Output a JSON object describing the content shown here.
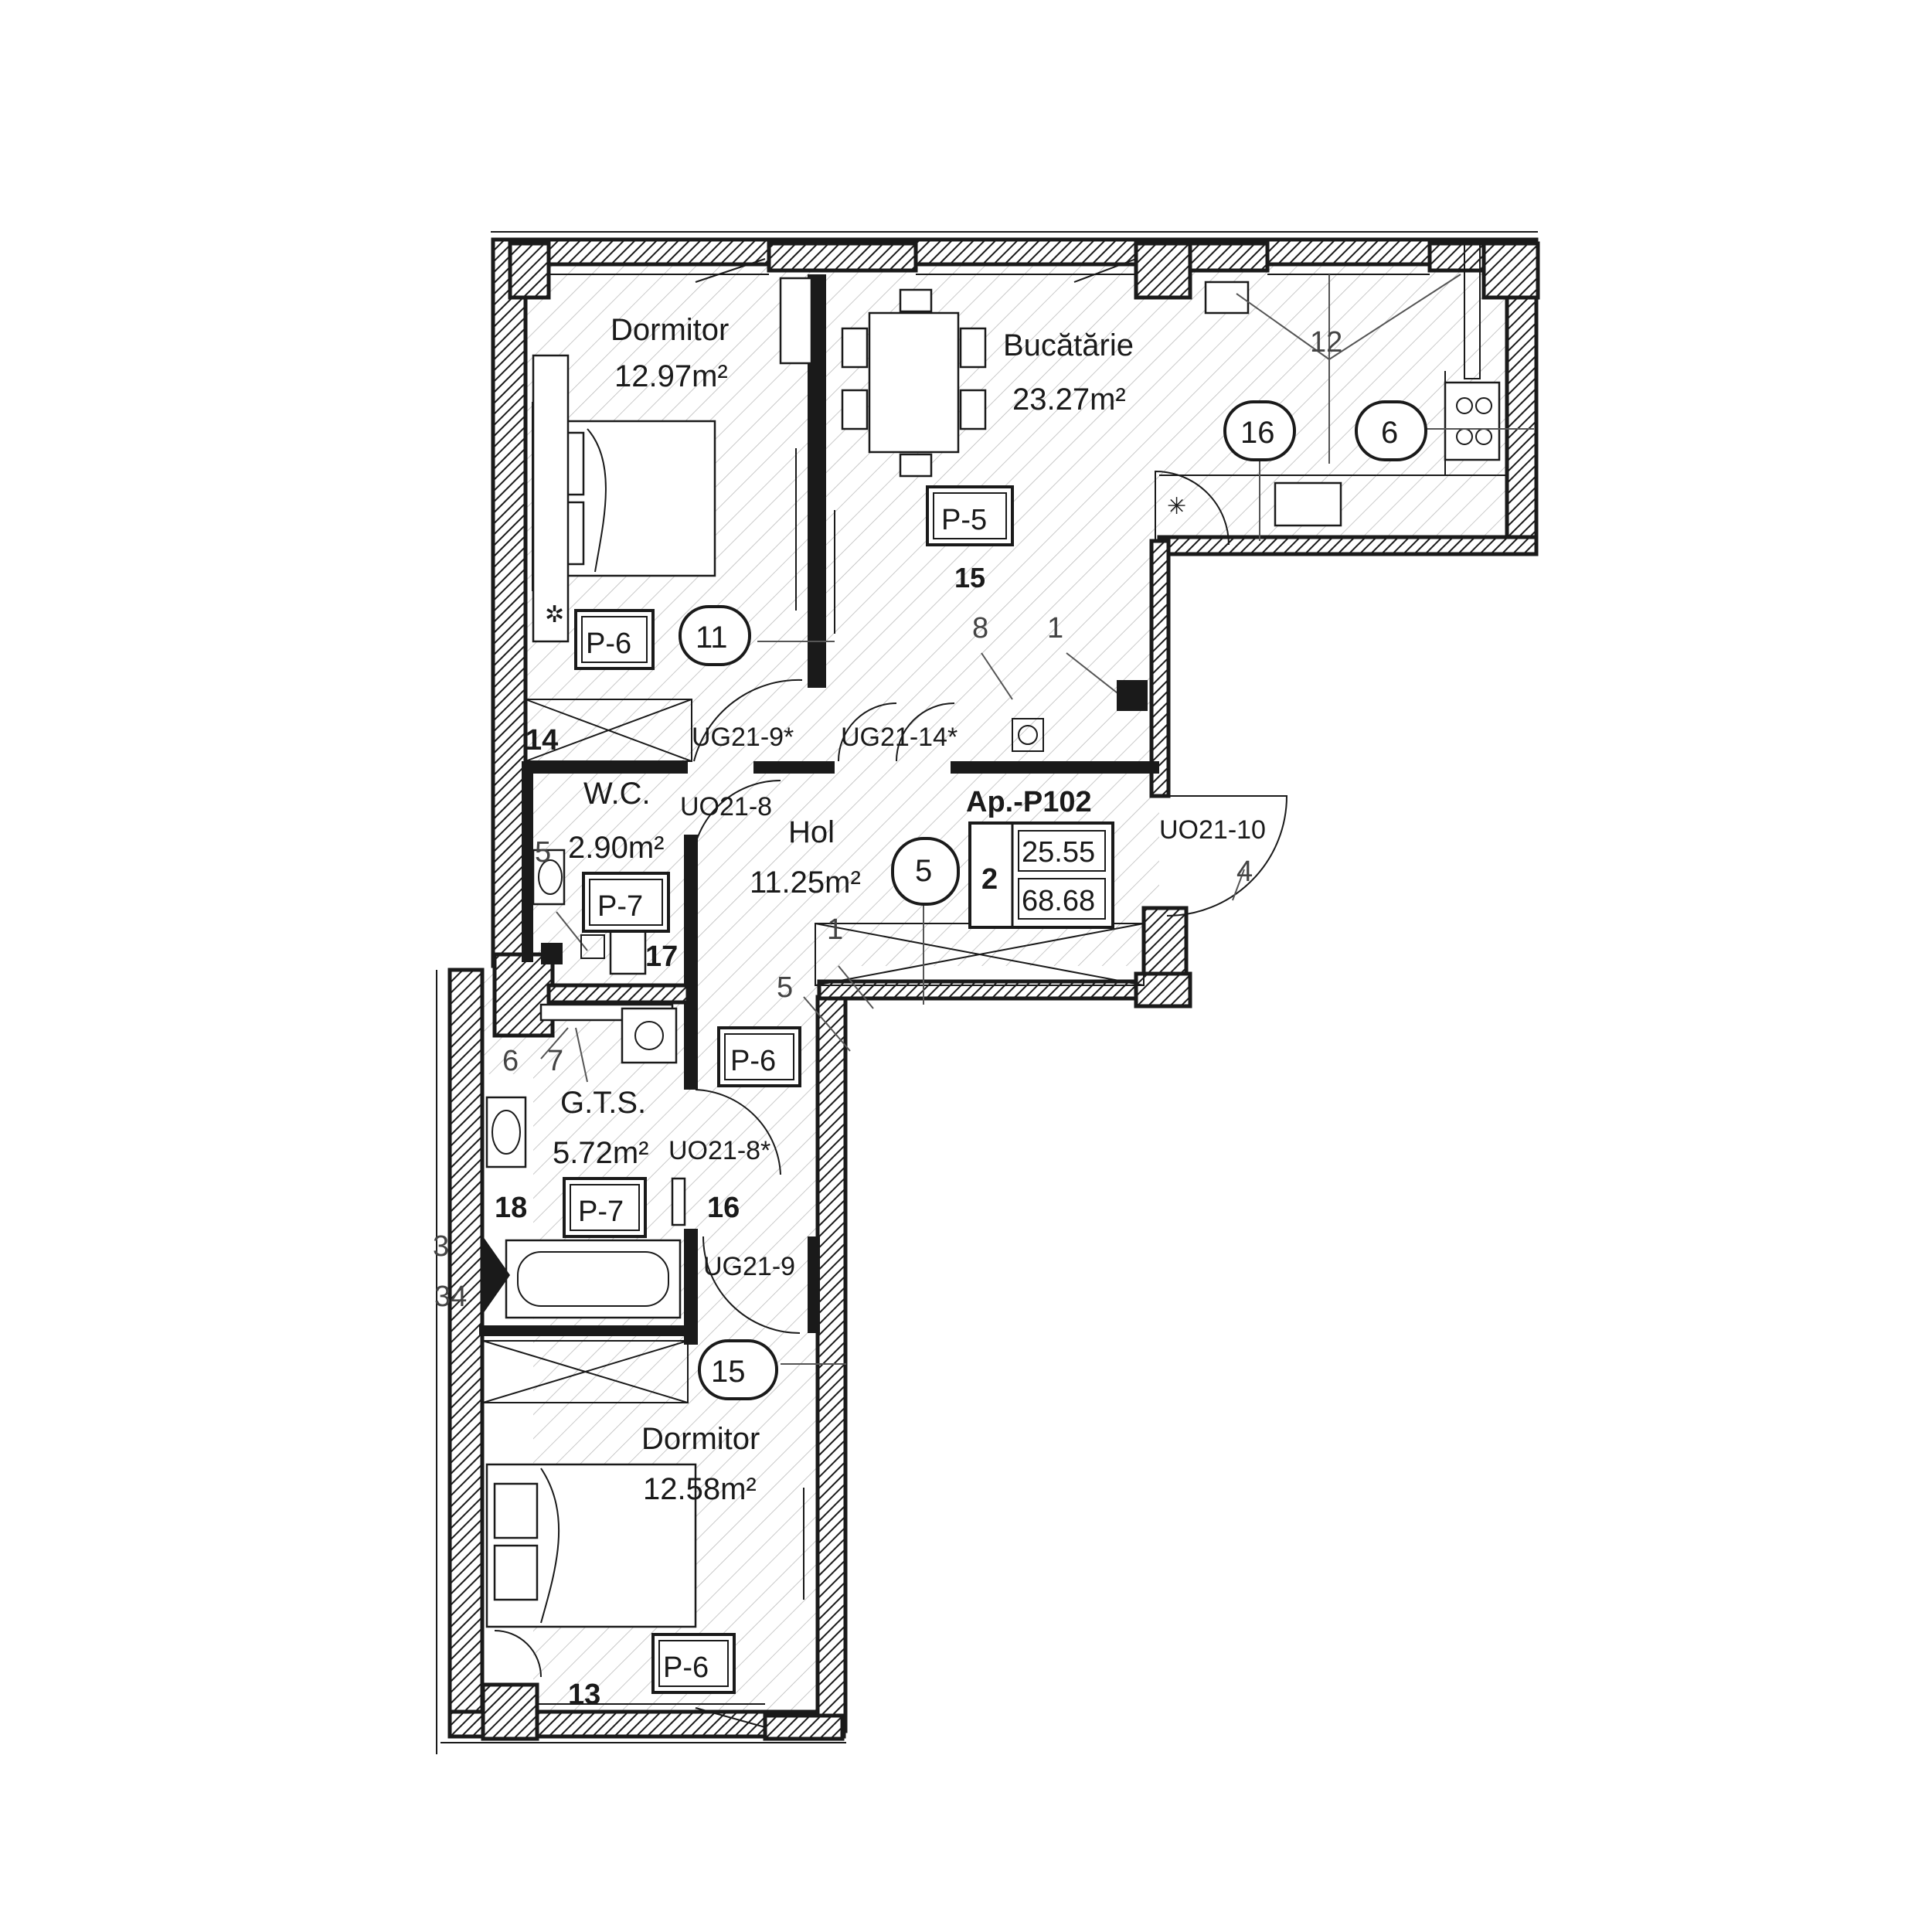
{
  "apartment": {
    "code": "Ap.-P102",
    "rooms_count": "2",
    "area_useful": "25.55",
    "area_total": "68.68"
  },
  "rooms": {
    "bedroom1": {
      "name": "Dormitor",
      "area": "12.97m²",
      "tag": "P-6"
    },
    "kitchen": {
      "name": "Bucătărie",
      "area": "23.27m²",
      "tag": "P-5",
      "number": "15"
    },
    "wc": {
      "name": "W.C.",
      "area": "2.90m²",
      "tag": "P-7"
    },
    "hall": {
      "name": "Hol",
      "area": "11.25m²",
      "tag": "P-6"
    },
    "bath": {
      "name": "G.T.S.",
      "area": "5.72m²",
      "tag": "P-7"
    },
    "bedroom2": {
      "name": "Dormitor",
      "area": "12.58m²",
      "tag": "P-6"
    }
  },
  "door_codes": {
    "d1": "UG21-9*",
    "d2": "UG21-14*",
    "d3": "UO21-8",
    "d4": "UO21-10",
    "d5": "UO21-8*",
    "d6": "UG21-9"
  },
  "circle_markers": [
    "11",
    "16",
    "6",
    "5",
    "15"
  ],
  "bold_numbers": {
    "n14": "14",
    "n17": "17",
    "n18": "18",
    "n16": "16",
    "n13": "13"
  },
  "grey_numbers": {
    "g12": "12",
    "g8": "8",
    "g1a": "1",
    "g1b": "1",
    "g4": "4",
    "g5a": "5",
    "g5b": "5",
    "g6": "6",
    "g7": "7",
    "g3": "3",
    "g34": "34"
  },
  "colors": {
    "ink": "#1a1a1a",
    "background": "#ffffff"
  }
}
